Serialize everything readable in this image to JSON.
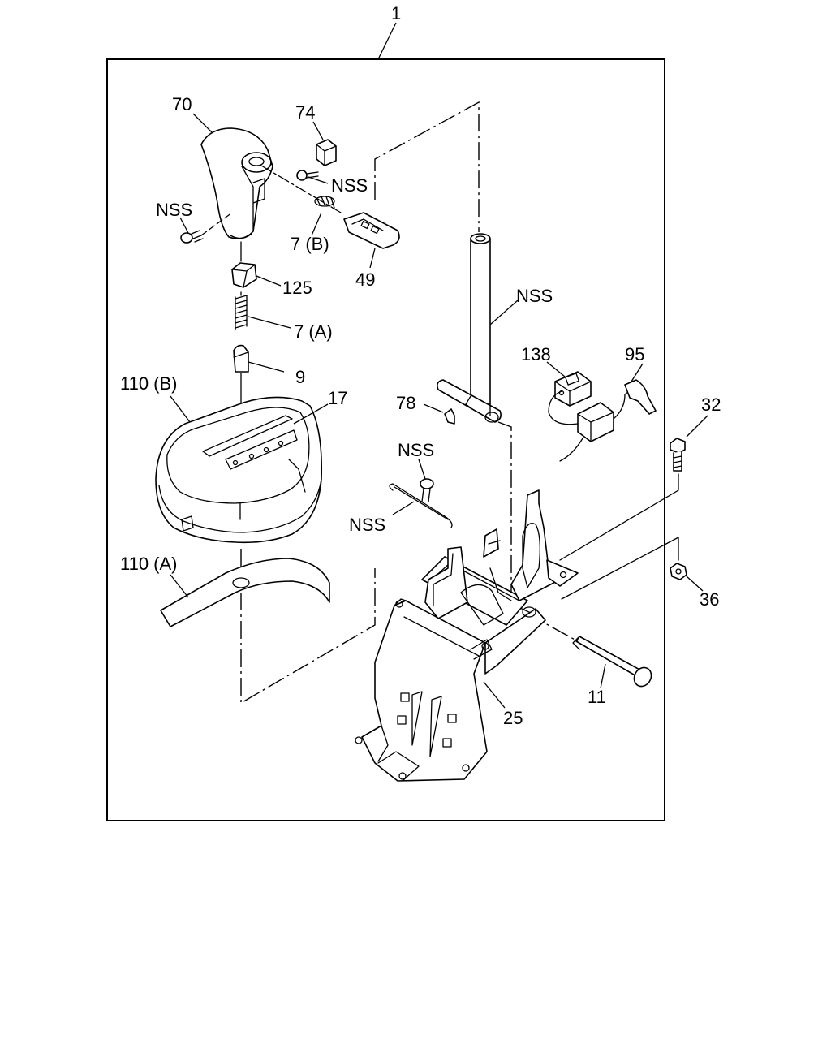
{
  "labels": {
    "assembly": "1",
    "knob": "70",
    "clip_74": "74",
    "nss_screw_top": "NSS",
    "nss_screw_left": "NSS",
    "spring_7b": "7 (B)",
    "button_49": "49",
    "bushing_125": "125",
    "spring_7a": "7 (A)",
    "pin_9": "9",
    "cover_110b": "110 (B)",
    "indicator_17": "17",
    "plate_110a": "110 (A)",
    "nss_lever": "NSS",
    "bracket_138": "138",
    "connector_95": "95",
    "clip_78": "78",
    "nss_bulb": "NSS",
    "nss_wire": "NSS",
    "bolt_32": "32",
    "nut_36": "36",
    "bolt_11": "11",
    "base_25": "25"
  }
}
